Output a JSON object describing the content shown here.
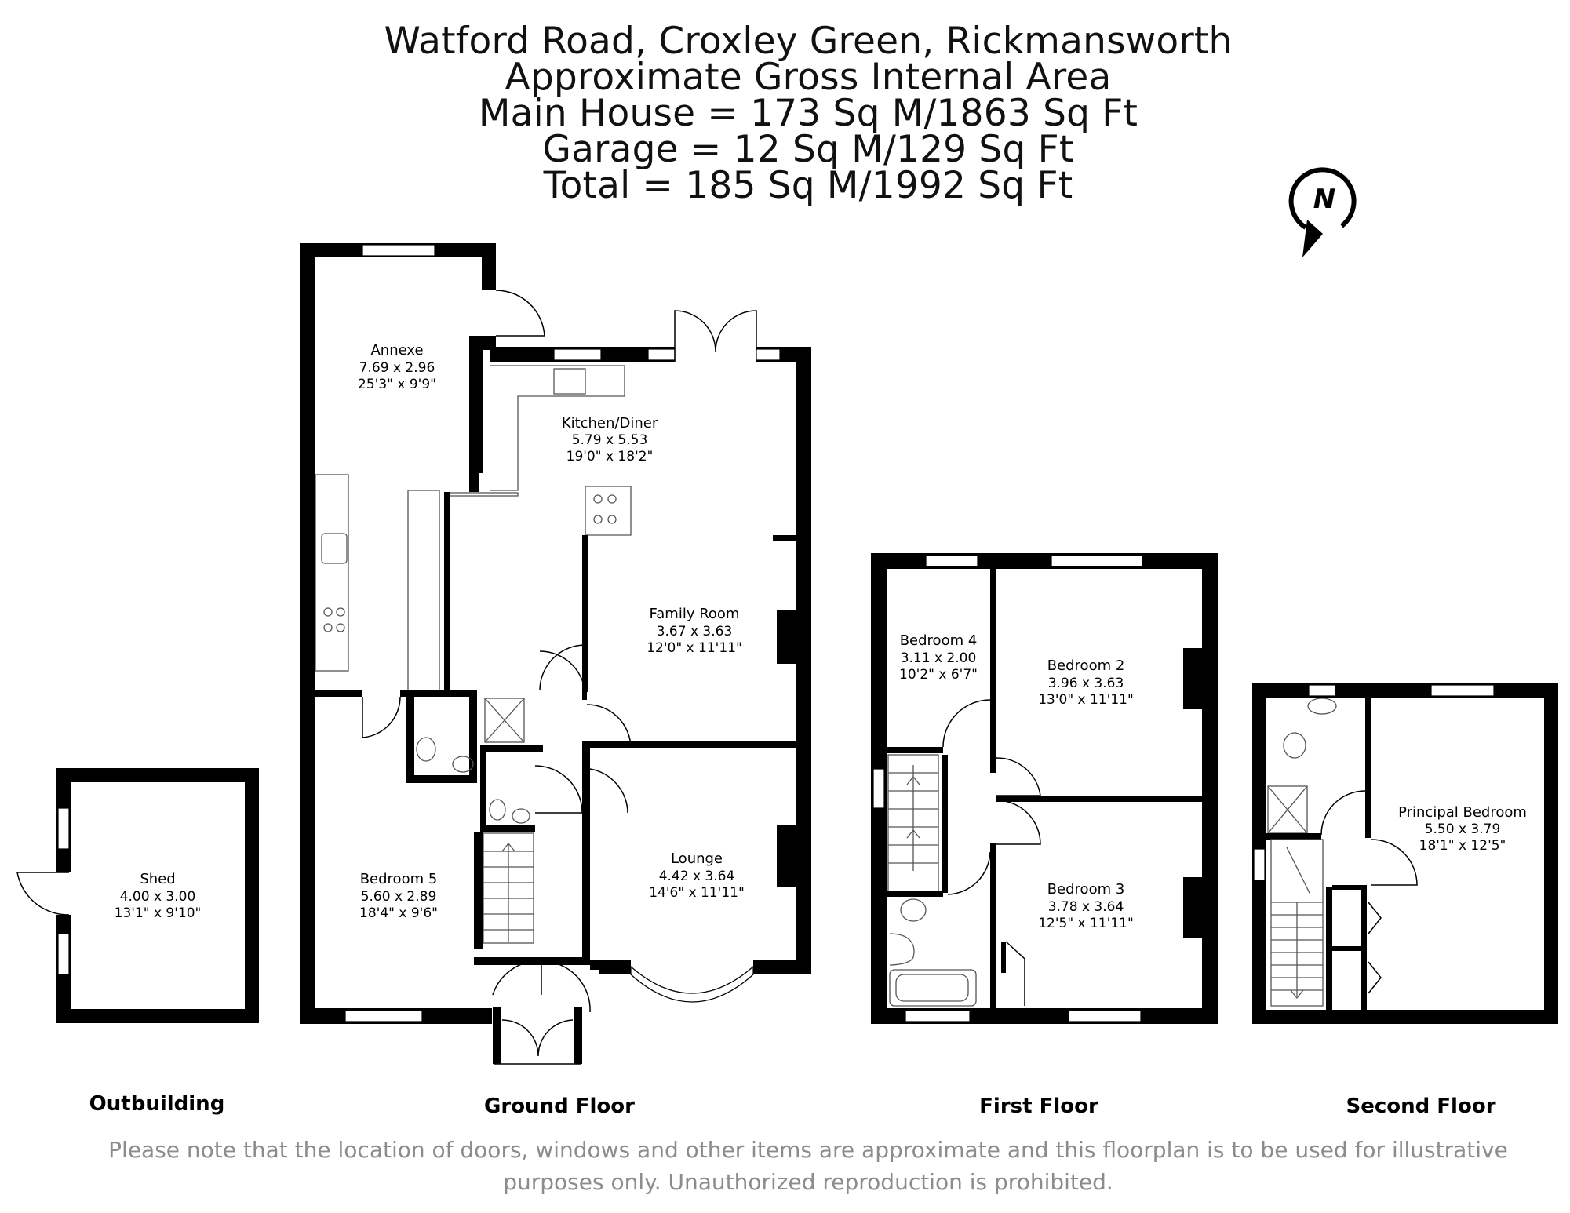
{
  "header": {
    "lines": [
      "Watford Road, Croxley Green, Rickmansworth",
      "Approximate Gross Internal Area",
      "Main House = 173 Sq M/1863 Sq Ft",
      "Garage = 12 Sq M/129 Sq Ft",
      "Total = 185 Sq M/1992 Sq Ft"
    ]
  },
  "compass": {
    "letter": "N"
  },
  "colors": {
    "wall": "#000000",
    "fixture": "#555555",
    "disclaimer": "#8c8c8c"
  },
  "rooms": {
    "shed": {
      "name": "Shed",
      "metric": "4.00 x 3.00",
      "imperial": "13'1\" x 9'10\""
    },
    "annexe": {
      "name": "Annexe",
      "metric": "7.69 x 2.96",
      "imperial": "25'3\" x 9'9\""
    },
    "kitchen": {
      "name": "Kitchen/Diner",
      "metric": "5.79 x 5.53",
      "imperial": "19'0\" x 18'2\""
    },
    "family": {
      "name": "Family Room",
      "metric": "3.67 x 3.63",
      "imperial": "12'0\" x 11'11\""
    },
    "bedroom5": {
      "name": "Bedroom 5",
      "metric": "5.60 x 2.89",
      "imperial": "18'4\" x 9'6\""
    },
    "lounge": {
      "name": "Lounge",
      "metric": "4.42 x 3.64",
      "imperial": "14'6\" x 11'11\""
    },
    "bedroom4": {
      "name": "Bedroom 4",
      "metric": "3.11 x 2.00",
      "imperial": "10'2\" x 6'7\""
    },
    "bedroom2": {
      "name": "Bedroom 2",
      "metric": "3.96 x 3.63",
      "imperial": "13'0\" x 11'11\""
    },
    "bedroom3": {
      "name": "Bedroom 3",
      "metric": "3.78 x 3.64",
      "imperial": "12'5\" x 11'11\""
    },
    "principal": {
      "name": "Principal Bedroom",
      "metric": "5.50 x 3.79",
      "imperial": "18'1\" x 12'5\""
    }
  },
  "floors": {
    "outbuilding": "Outbuilding",
    "ground": "Ground Floor",
    "first": "First Floor",
    "second": "Second Floor"
  },
  "disclaimer": {
    "line1": "Please note that the location of doors, windows and other items are approximate and this floorplan is to be used for illustrative",
    "line2": "purposes only. Unauthorized reproduction is prohibited."
  }
}
